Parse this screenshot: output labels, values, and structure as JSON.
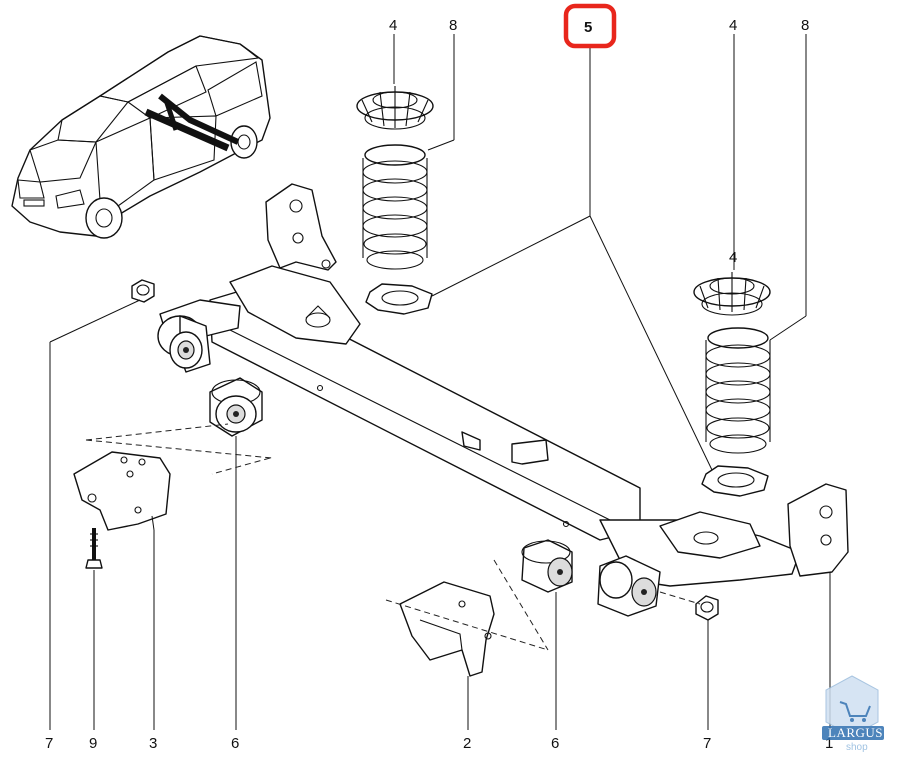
{
  "labels": {
    "top_4_left": "4",
    "top_8_left": "8",
    "top_5": "5",
    "top_4_right": "4",
    "top_8_right": "8",
    "right_4": "4",
    "bottom_7_left": "7",
    "bottom_9": "9",
    "bottom_3": "3",
    "bottom_6_left": "6",
    "bottom_2": "2",
    "bottom_6_right": "6",
    "bottom_7_right": "7",
    "right_1": "1"
  },
  "highlight": {
    "color": "#e8261c",
    "label": "top_5"
  },
  "watermark": {
    "brand": "LARGUS",
    "sub": "shop",
    "color": "#2f6fb0"
  }
}
